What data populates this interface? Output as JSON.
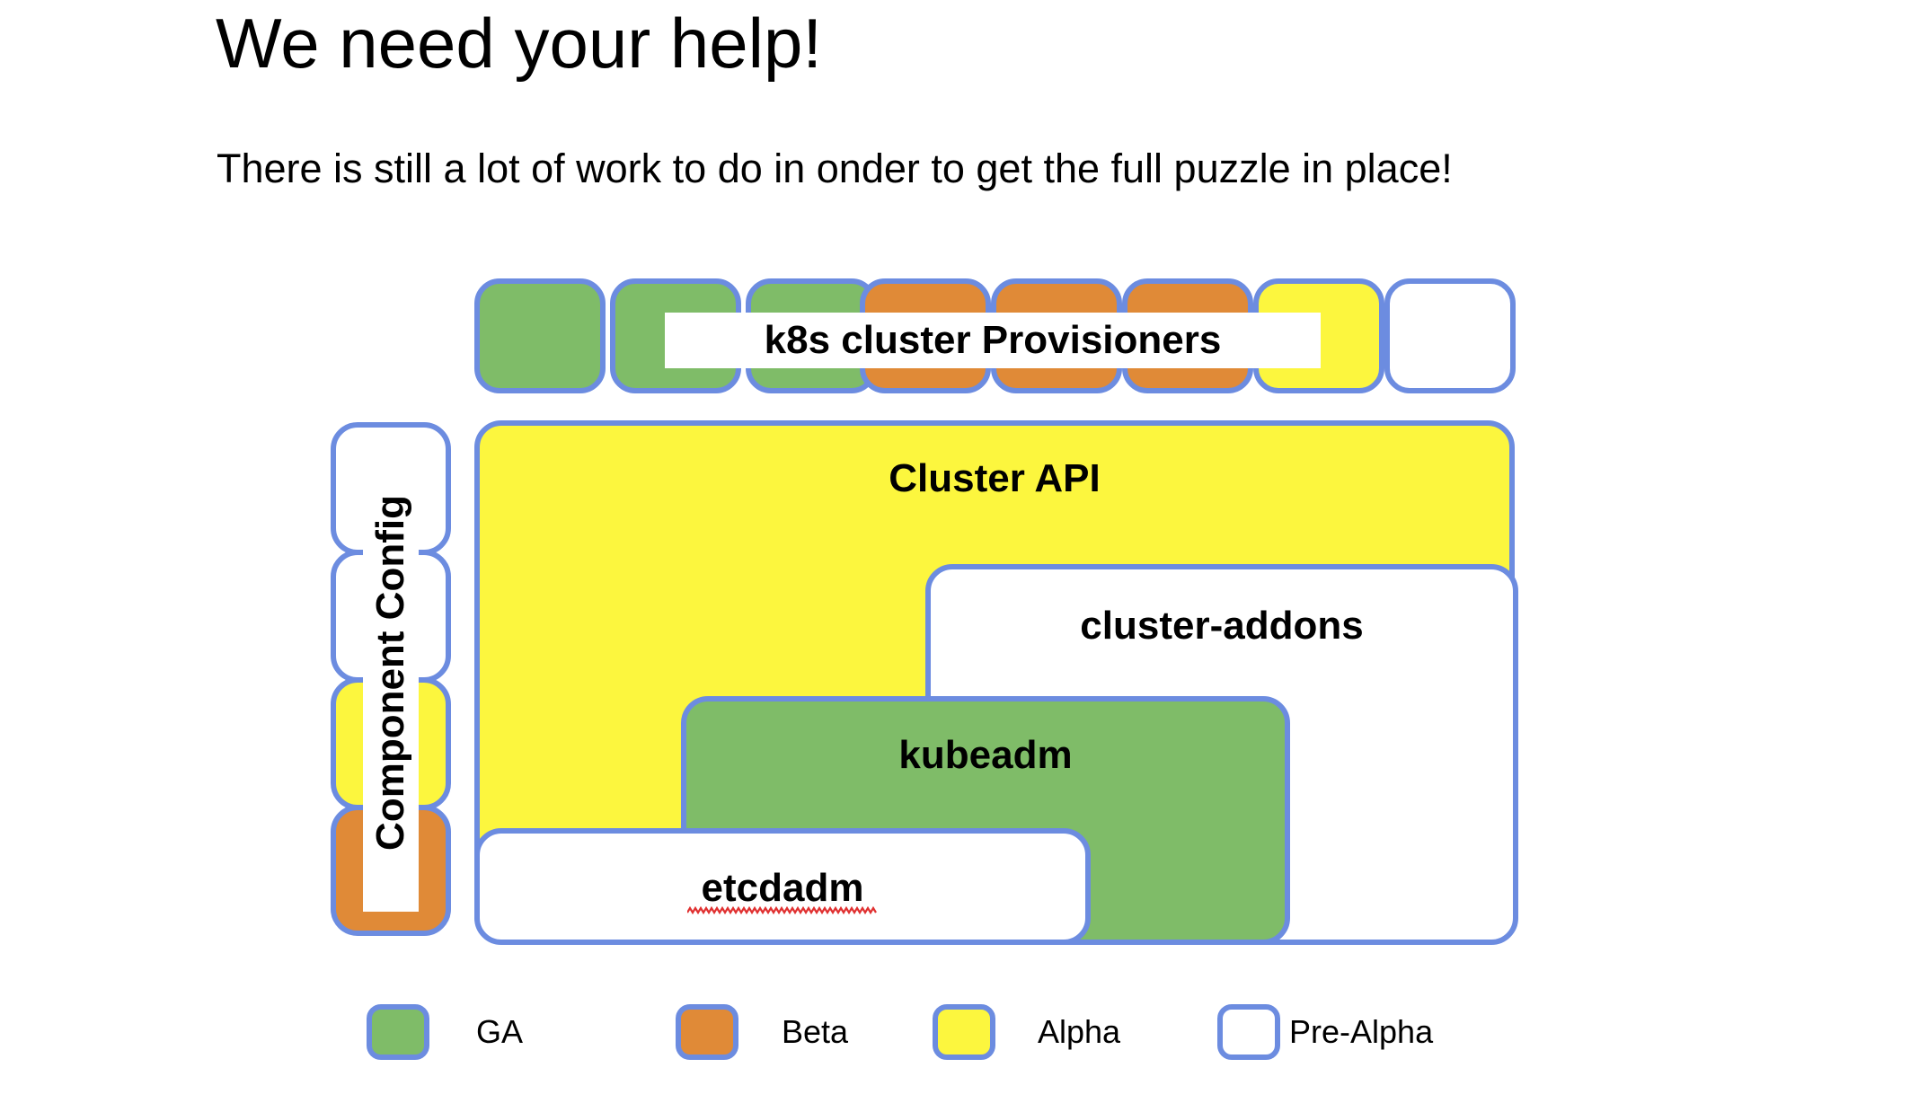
{
  "slide": {
    "title": "We need your help!",
    "subtitle": "There is still a lot of work to do in onder to get the full puzzle in place!"
  },
  "colors": {
    "border": "#6C8CE0",
    "ga": "#7FBC68",
    "beta": "#E08A37",
    "alpha": "#FCF63E",
    "prealpha": "#FFFFFF",
    "squiggle": "#E03030"
  },
  "provisioners": {
    "label": "k8s cluster Provisioners",
    "boxes": [
      {
        "status": "ga"
      },
      {
        "status": "ga"
      },
      {
        "status": "ga"
      },
      {
        "status": "beta"
      },
      {
        "status": "beta"
      },
      {
        "status": "beta"
      },
      {
        "status": "alpha"
      },
      {
        "status": "prealpha"
      }
    ]
  },
  "component_config": {
    "label": "Component Config",
    "boxes": [
      {
        "status": "prealpha"
      },
      {
        "status": "prealpha"
      },
      {
        "status": "alpha"
      },
      {
        "status": "beta"
      }
    ]
  },
  "stack": {
    "cluster_api": {
      "label": "Cluster API",
      "status": "alpha"
    },
    "cluster_addons": {
      "label": "cluster-addons",
      "status": "prealpha"
    },
    "kubeadm": {
      "label": "kubeadm",
      "status": "ga"
    },
    "etcdadm": {
      "label": "etcdadm",
      "status": "prealpha",
      "misspelled": true
    }
  },
  "legend": {
    "items": [
      {
        "label": "GA",
        "status": "ga"
      },
      {
        "label": "Beta",
        "status": "beta"
      },
      {
        "label": "Alpha",
        "status": "alpha"
      },
      {
        "label": "Pre-Alpha",
        "status": "prealpha"
      }
    ]
  }
}
